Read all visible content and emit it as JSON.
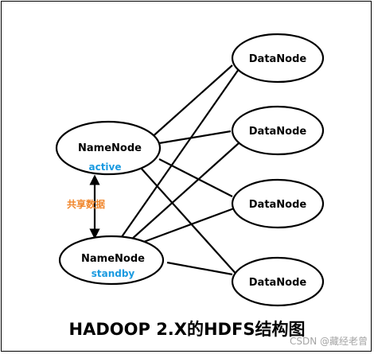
{
  "diagram": {
    "title": "HADOOP 2.X的HDFS结构图",
    "namenodes": [
      {
        "label": "NameNode",
        "state": "active"
      },
      {
        "label": "NameNode",
        "state": "standby"
      }
    ],
    "datanodes": [
      {
        "label": "DataNode"
      },
      {
        "label": "DataNode"
      },
      {
        "label": "DataNode"
      },
      {
        "label": "DataNode"
      }
    ],
    "shared_link_label": "共享数据",
    "colors": {
      "line": "#000000",
      "state_text": "#1a9ae0",
      "shared_text": "#f0852a"
    }
  },
  "watermark": "CSDN @藏经老曾"
}
